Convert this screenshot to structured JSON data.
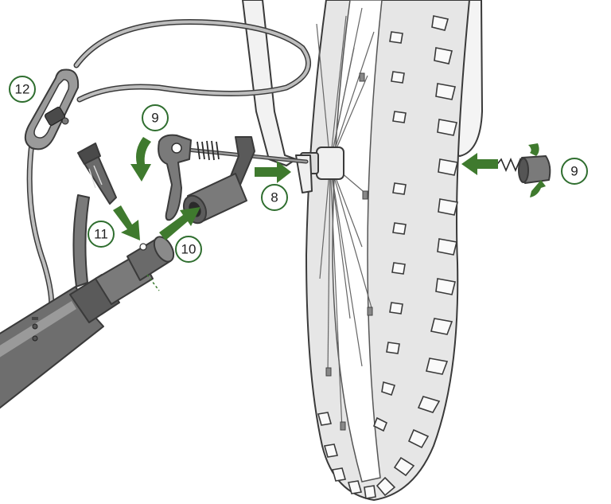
{
  "colors": {
    "arrow": "#3f7a2e",
    "callout_ring": "#2f6e2f",
    "tube_dark": "#6a6a6a",
    "tube_mid": "#8a8a8a",
    "tire": "#e6e6e6",
    "outline": "#3a3a3a"
  },
  "callouts": [
    {
      "id": "c12",
      "label": "12"
    },
    {
      "id": "c9a",
      "label": "9"
    },
    {
      "id": "c11",
      "label": "11"
    },
    {
      "id": "c10",
      "label": "10"
    },
    {
      "id": "c8",
      "label": "8"
    },
    {
      "id": "c9b",
      "label": "9"
    }
  ],
  "parts": [
    "front-wheel",
    "tire-tread",
    "fork-blade",
    "spoke-hub",
    "quick-release-skewer",
    "quick-release-lever",
    "skewer-spring",
    "adapter-nut",
    "safety-cable",
    "carabiner",
    "hitch-pin",
    "tow-arm",
    "tow-arm-coupler"
  ]
}
